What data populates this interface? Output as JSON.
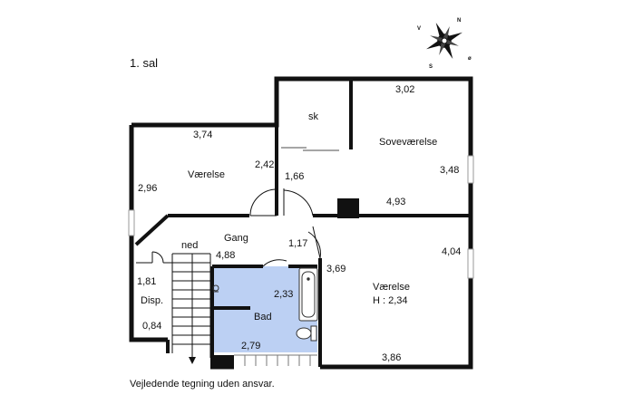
{
  "floor_label": "1. sal",
  "disclaimer": "Vejledende tegning uden ansvar.",
  "compass": {
    "n": "N",
    "v": "V",
    "s": "S",
    "o": "ø"
  },
  "rooms": {
    "sk": "sk",
    "sovevaerelse": "Soveværelse",
    "vaerelse_left": "Værelse",
    "vaerelse_right": "Værelse",
    "vaerelse_right_height": "H : 2,34",
    "gang": "Gang",
    "ned": "ned",
    "disp": "Disp.",
    "bad": "Bad"
  },
  "dimensions": {
    "d302": "3,02",
    "d374": "3,74",
    "d242": "2,42",
    "d166": "1,66",
    "d296": "2,96",
    "d348": "3,48",
    "d493": "4,93",
    "d117": "1,17",
    "d404": "4,04",
    "d488": "4,88",
    "d369": "3,69",
    "d181": "1,81",
    "d233": "2,33",
    "d084": "0,84",
    "d279": "2,79",
    "d386": "3,86"
  },
  "colors": {
    "wall": "#111111",
    "bath_fill": "#bcd0f3",
    "window": "#b5b5b5"
  }
}
